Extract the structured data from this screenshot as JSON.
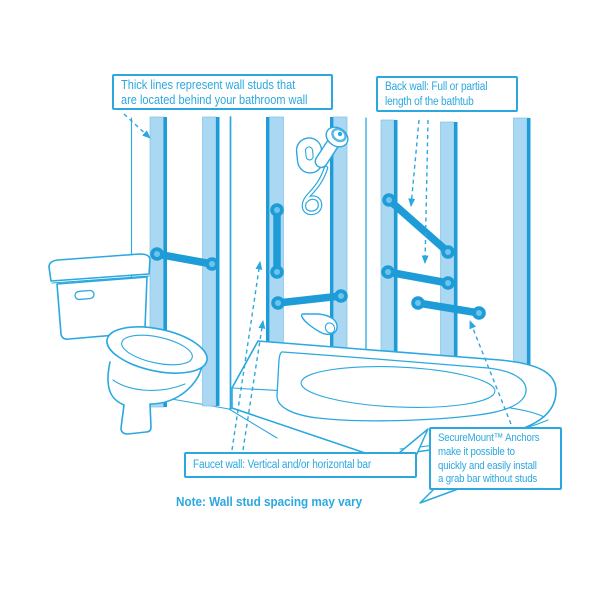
{
  "colors": {
    "primary": "#2BA8E0",
    "bar": "#1E9CD8",
    "stud_fill": "#AAD7F1",
    "stud_stroke": "#7EC3EA",
    "cap_inner": "#7FCBEE",
    "background": "#FFFFFF"
  },
  "callouts": {
    "wall_studs": {
      "lines": [
        "Thick lines represent wall studs that",
        "are located behind your bathroom wall"
      ]
    },
    "back_wall": {
      "lines": [
        "Back wall: Full or partial",
        "length of the bathtub"
      ]
    },
    "faucet_wall": {
      "lines": [
        "Faucet wall: Vertical and/or horizontal bar"
      ]
    },
    "securemount": {
      "lines": [
        "SecureMount™ Anchors",
        "make it possible to",
        "quickly and easily install",
        "a grab bar without studs"
      ]
    }
  },
  "note": "Note: Wall stud spacing may vary"
}
